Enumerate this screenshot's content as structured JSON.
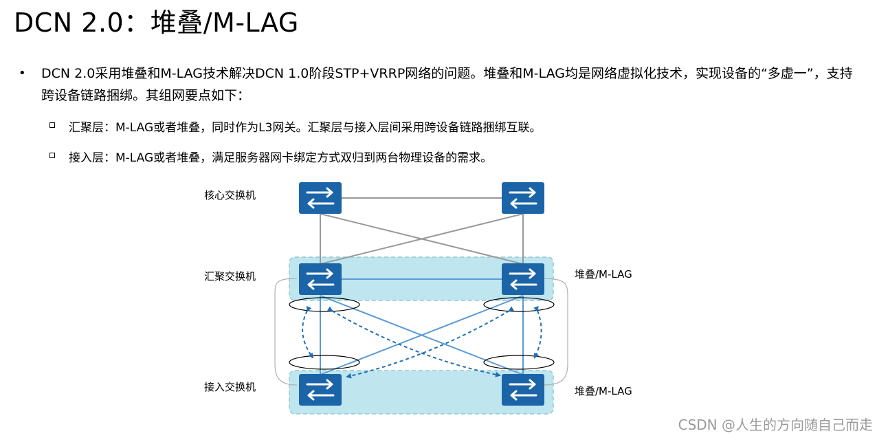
{
  "title": "DCN 2.0：堆叠/M-LAG",
  "bullet": {
    "text": "DCN 2.0采用堆叠和M-LAG技术解决DCN 1.0阶段STP+VRRP网络的问题。堆叠和M-LAG均是网络虚拟化技术，实现设备的“多虚一”，支持跨设备链路捆绑。其组网要点如下："
  },
  "sub_items": [
    "汇聚层：M-LAG或者堆叠，同时作为L3网关。汇聚层与接入层间采用跨设备链路捆绑互联。",
    "接入层：M-LAG或者堆叠，满足服务器网卡绑定方式双归到两台物理设备的需求。"
  ],
  "diagram": {
    "labels": {
      "core": "核心交换机",
      "aggregation": "汇聚交换机",
      "access": "接入交换机",
      "aggregation_group": "堆叠/M-LAG",
      "access_group": "堆叠/M-LAG"
    },
    "icons": [
      "switch-icon",
      "switch-icon",
      "switch-icon",
      "switch-icon",
      "switch-icon",
      "switch-icon"
    ],
    "colors": {
      "switch": "#1c64a8",
      "group_fill": "#bfe6ee",
      "group_border": "#8fc9d6",
      "core_links": "#999999",
      "access_links": "#5b9bd5",
      "dashed_arrows": "#1f6fb8",
      "bundle_curve": "#b0b0b0"
    }
  },
  "watermark": "CSDN @人生的方向随自己而走"
}
